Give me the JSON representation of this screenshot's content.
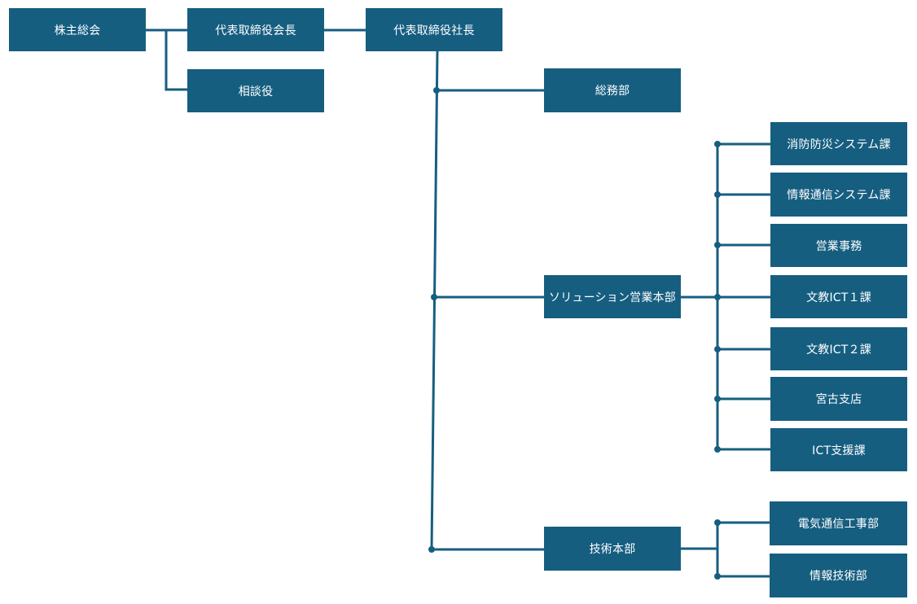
{
  "colors": {
    "box_fill": "#165e80",
    "box_text": "#ffffff",
    "connector": "#165e80",
    "background": "#ffffff"
  },
  "nodes": {
    "shareholders": "株主総会",
    "chairman": "代表取締役会長",
    "president": "代表取締役社長",
    "advisor": "相談役",
    "general_affairs": "総務部",
    "solution_sales": "ソリューション営業本部",
    "technology": "技術本部",
    "fire_disaster": "消防防災システム課",
    "info_comm": "情報通信システム課",
    "sales_admin": "営業事務",
    "edu_ict1": "文教ICT１課",
    "edu_ict2": "文教ICT２課",
    "miyako_branch": "宮古支店",
    "ict_support": "ICT支援課",
    "electric_comm": "電気通信工事部",
    "info_tech": "情報技術部"
  }
}
